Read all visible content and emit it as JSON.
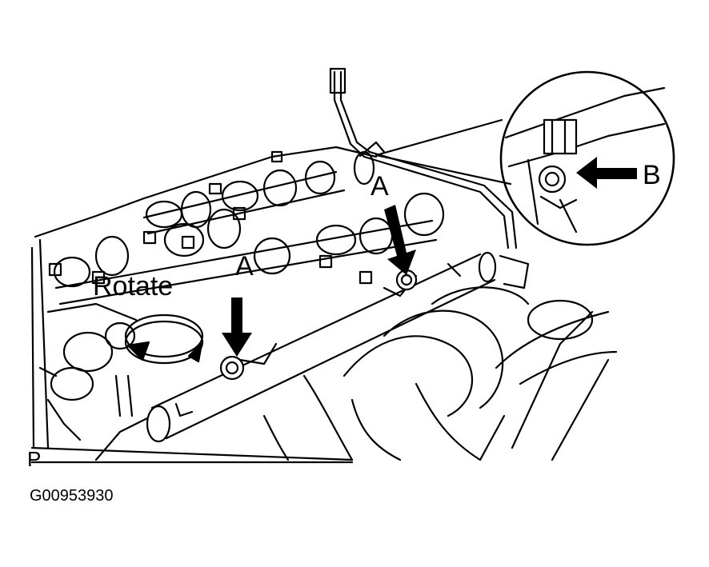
{
  "labels": {
    "rotate": "Rotate",
    "arrow_a_upper": "A",
    "arrow_a_lower": "A",
    "arrow_b": "B",
    "corner_mark": "P"
  },
  "figure_id": "G00953930",
  "colors": {
    "ink": "#000000",
    "paper": "#ffffff"
  }
}
